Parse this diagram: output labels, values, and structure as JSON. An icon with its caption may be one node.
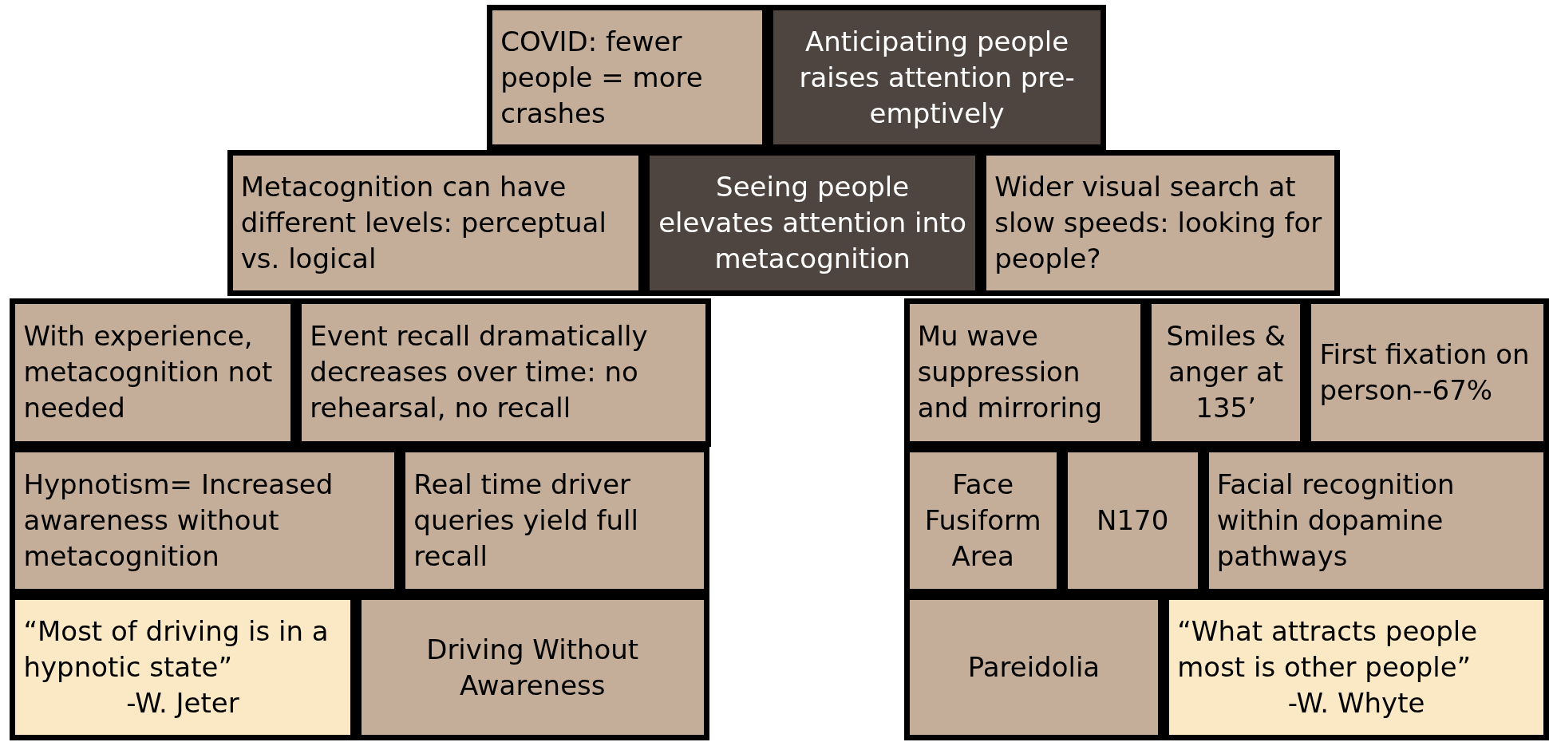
{
  "diagram": {
    "nodes": [
      {
        "text": [
          "COVID: fewer people = more crashes"
        ]
      },
      {
        "text": [
          "Anticipating people raises attention pre-emptively"
        ]
      },
      {
        "text": [
          "Metacognition can have different levels: perceptual vs. logical"
        ]
      },
      {
        "text": [
          "Seeing people elevates attention into metacognition"
        ]
      },
      {
        "text": [
          "Wider visual search at slow speeds: looking for people?"
        ]
      },
      {
        "text": [
          "With experience, metacognition not needed"
        ]
      },
      {
        "text": [
          "Event recall dramatically decreases over time: no rehearsal, no recall"
        ]
      },
      {
        "text": [
          "Mu wave suppression and mirroring"
        ]
      },
      {
        "text": [
          "Smiles & anger at 135’"
        ]
      },
      {
        "text": [
          "First fixation on person--67%"
        ]
      },
      {
        "text": [
          "Hypnotism= Increased awareness without metacognition"
        ]
      },
      {
        "text": [
          "Real time driver queries yield full recall"
        ]
      },
      {
        "text": [
          "Face Fusiform Area"
        ]
      },
      {
        "text": [
          "N170"
        ]
      },
      {
        "text": [
          "Facial recognition within dopamine pathways"
        ]
      },
      {
        "text": [
          "“Most of driving is in a hypnotic state”",
          "-W. Jeter"
        ]
      },
      {
        "text": [
          "Driving Without Awareness"
        ]
      },
      {
        "text": [
          "Pareidolia"
        ]
      },
      {
        "text": [
          "“What attracts people most is other people”",
          "-W. Whyte"
        ]
      }
    ]
  }
}
